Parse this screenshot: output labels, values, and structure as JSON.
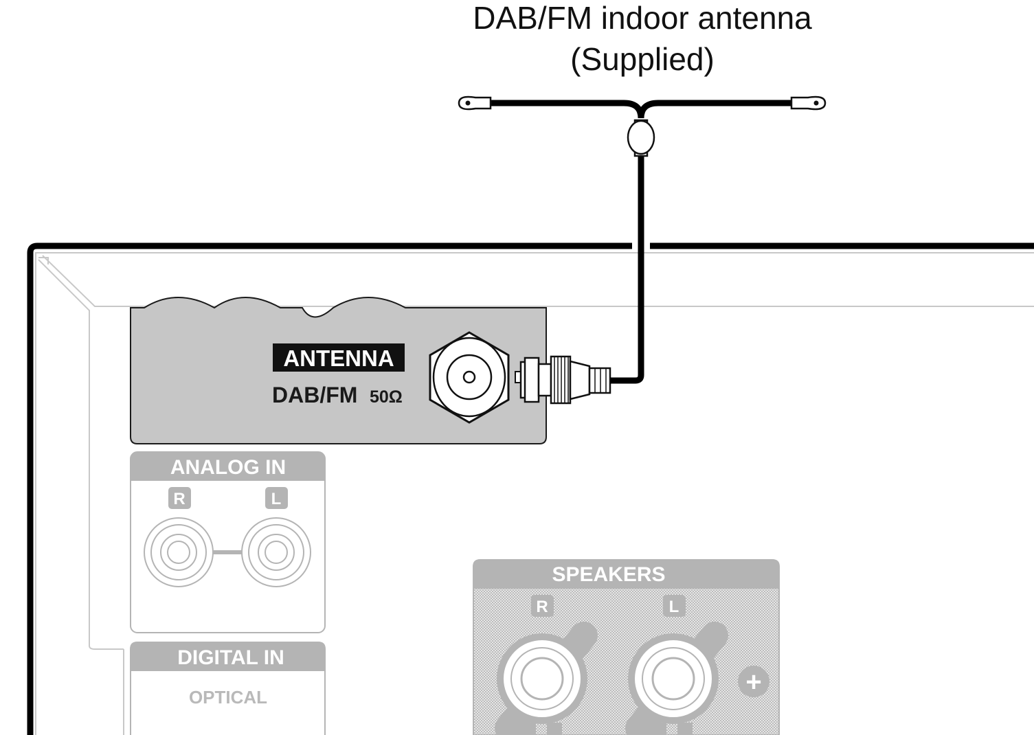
{
  "caption": {
    "line1": "DAB/FM indoor antenna",
    "line2": "(Supplied)"
  },
  "antenna_panel": {
    "title": "ANTENNA",
    "jack_label": "DAB/FM",
    "impedance": "50Ω"
  },
  "analog_in": {
    "title": "ANALOG IN",
    "right": "R",
    "left": "L"
  },
  "digital_in": {
    "title": "DIGITAL IN",
    "sub": "OPTICAL"
  },
  "speakers": {
    "title": "SPEAKERS",
    "right": "R",
    "left": "L",
    "polarity": "+"
  },
  "colors": {
    "line": "#000000",
    "panel_fill": "#c6c6c6",
    "muted_gray": "#b4b4b4",
    "faint_outline": "#c8c8c8",
    "label_bg": "#111111"
  }
}
